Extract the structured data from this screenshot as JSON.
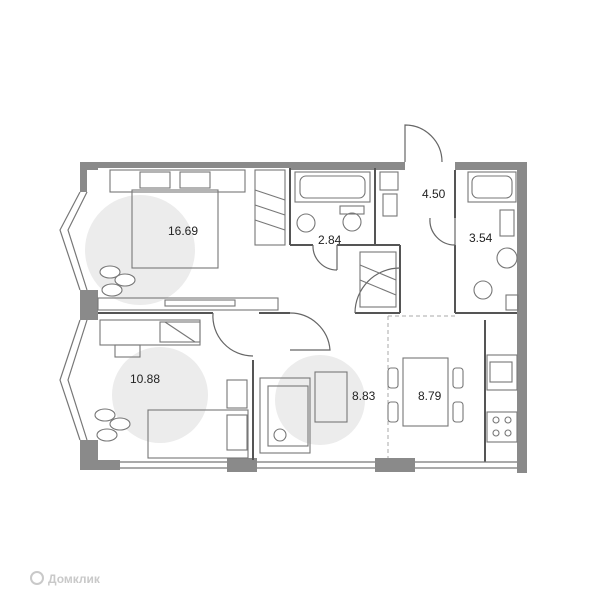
{
  "floor_plan": {
    "rooms": [
      {
        "id": "bedroom-1",
        "area": "16.69"
      },
      {
        "id": "bathroom-1",
        "area": "2.84"
      },
      {
        "id": "hallway",
        "area": "4.50"
      },
      {
        "id": "bathroom-2",
        "area": "3.54"
      },
      {
        "id": "bedroom-2",
        "area": "10.88"
      },
      {
        "id": "living-room",
        "area": "8.83"
      },
      {
        "id": "kitchen",
        "area": "8.79"
      }
    ],
    "watermark": "Домклик"
  }
}
